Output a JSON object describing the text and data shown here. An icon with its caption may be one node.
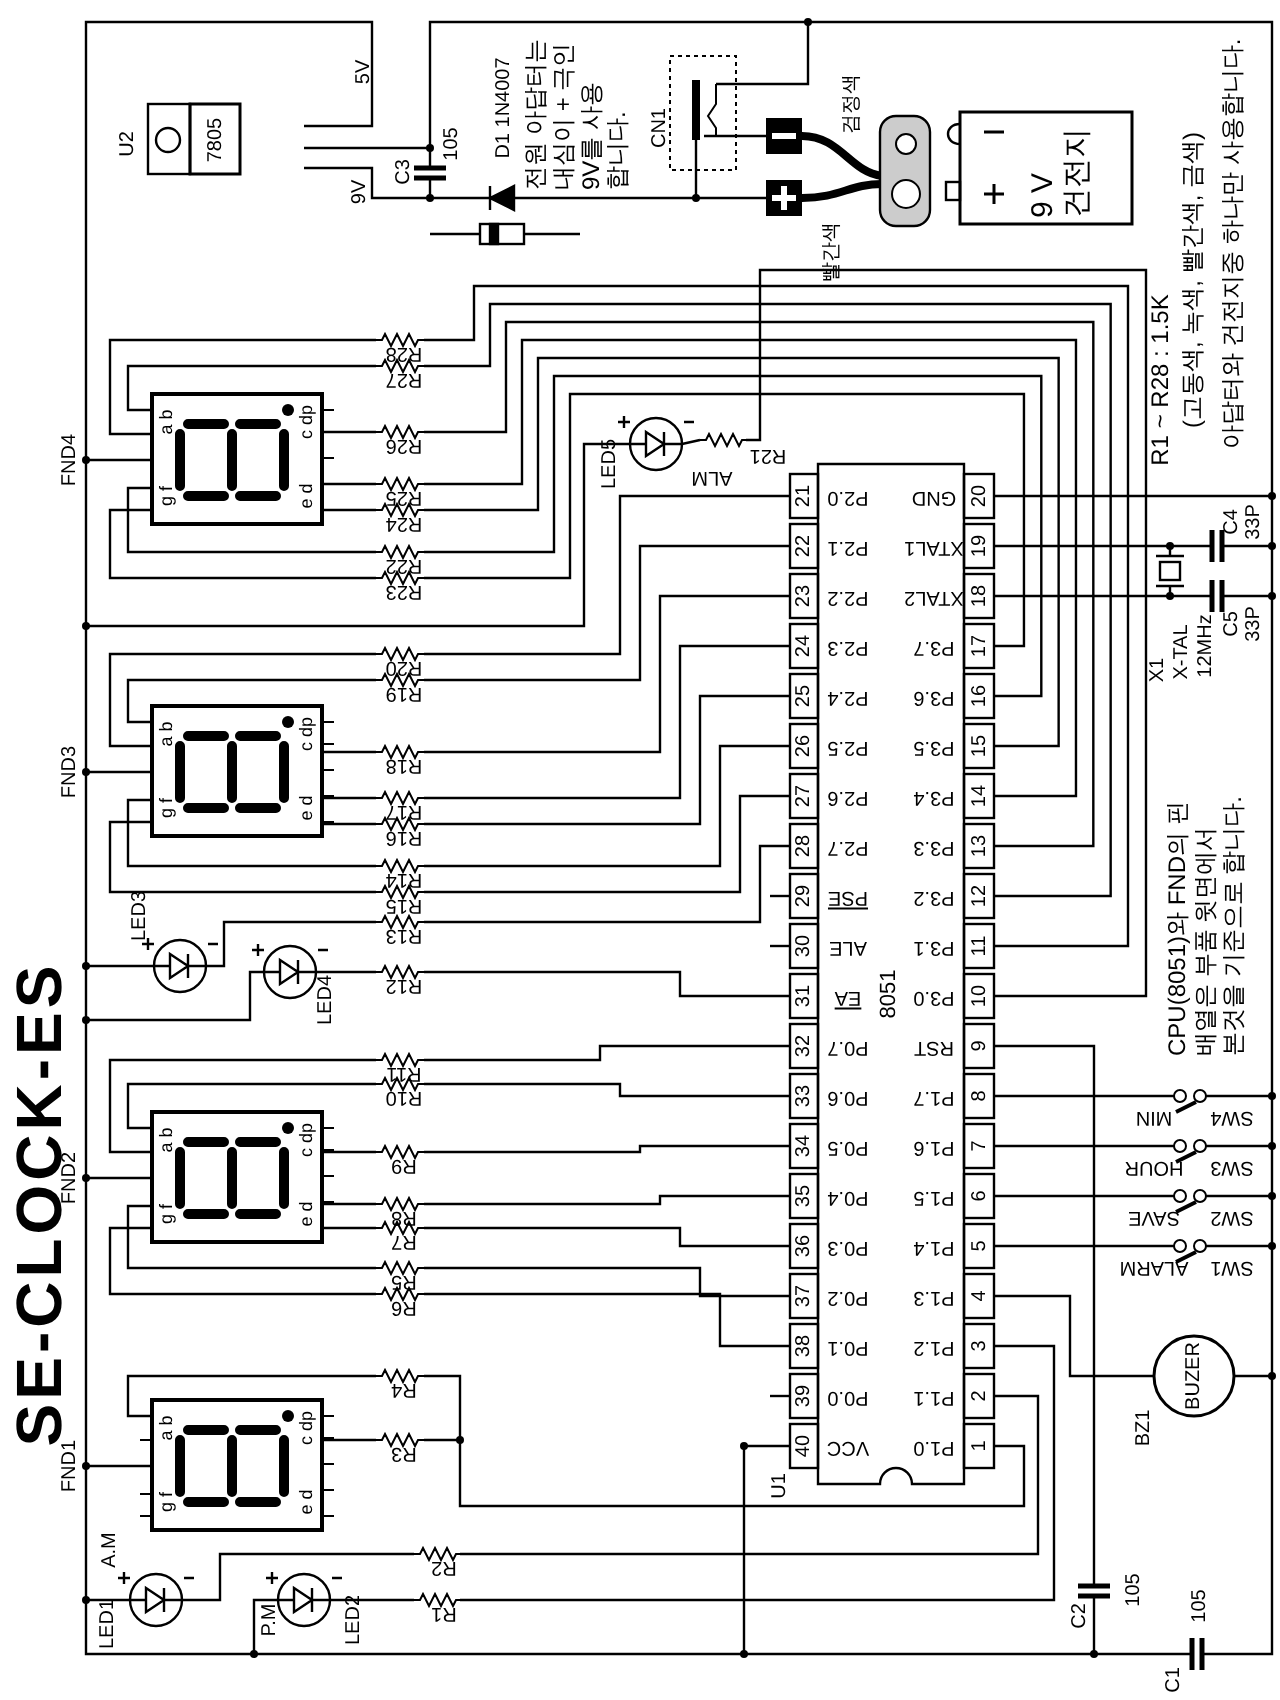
{
  "diagram": {
    "title": "SE-CLOCK-ES",
    "labels": [
      "U2",
      "7805",
      "5V",
      "9V",
      "C3",
      "105",
      "D1 1N4007",
      "전원 아답터는 내심이 + 극인 9V를 사용 합니다.",
      "CN1",
      "검정색",
      "빨간색",
      "9 V 건전지",
      "R1 ~ R28 : 1.5K",
      "(고동색, 녹색, 빨간색, 금색)",
      "아답터와 건전지중 하나만 사용합니다.",
      "FND4",
      "a b",
      "g f",
      "c dp",
      "e d",
      "R28",
      "R27",
      "R26",
      "R25",
      "R24",
      "R22",
      "R23",
      "LED5",
      "ALM",
      "R21",
      "X1",
      "X-TAL",
      "12MHz",
      "C4",
      "33P",
      "C5",
      "33P",
      "21",
      "P2.0",
      "GND",
      "20",
      "22",
      "P2.1",
      "XTAL1",
      "19",
      "23",
      "P2.2",
      "XTAL2",
      "18",
      "24",
      "P2.3",
      "P3.7",
      "17",
      "25",
      "P2.4",
      "P3.6",
      "16",
      "26",
      "P2.5",
      "P3.5",
      "15",
      "27",
      "P2.6",
      "P3.4",
      "14",
      "28",
      "P2.7",
      "P3.3",
      "13",
      "29",
      "PSE",
      "P3.2",
      "12",
      "30",
      "ALE",
      "P3.1",
      "11",
      "31",
      "EA",
      "P3.0",
      "10",
      "32",
      "P0.7",
      "RST",
      "9",
      "33",
      "P0.6",
      "P1.7",
      "8",
      "34",
      "P0.5",
      "P1.6",
      "7",
      "35",
      "P0.4",
      "P1.5",
      "6",
      "36",
      "P0.3",
      "P1.4",
      "5",
      "37",
      "P0.2",
      "P1.3",
      "4",
      "38",
      "P0.1",
      "P1.2",
      "3",
      "39",
      "P0.0",
      "P1.1",
      "2",
      "40",
      "VCC",
      "P1.0",
      "1",
      "8051",
      "U1",
      "FND3",
      "a b",
      "g f",
      "c dp",
      "e d",
      "R20",
      "R19",
      "R18",
      "R17",
      "R16",
      "R14",
      "R15",
      "R13",
      "CPU(8051)와 FND의 핀 배열은 부품 윗면에서 본것을 기준으로 합니다.",
      "LED3",
      "LED4",
      "R12",
      "FND2",
      "a b",
      "g f",
      "c dp",
      "e d",
      "R11",
      "R10",
      "R9",
      "R8",
      "R7",
      "R5",
      "R6",
      "MIN",
      "SW4",
      "HOUR",
      "SW3",
      "SAVE",
      "SW2",
      "ALARM",
      "SW1",
      "BUZER",
      "BZ1",
      "FND1",
      "a b",
      "g f",
      "c dp",
      "e d",
      "R4",
      "R3",
      "LED1",
      "A.M",
      "P.M",
      "LED2",
      "R2",
      "R1",
      "C2",
      "105",
      "C1",
      "105"
    ]
  }
}
